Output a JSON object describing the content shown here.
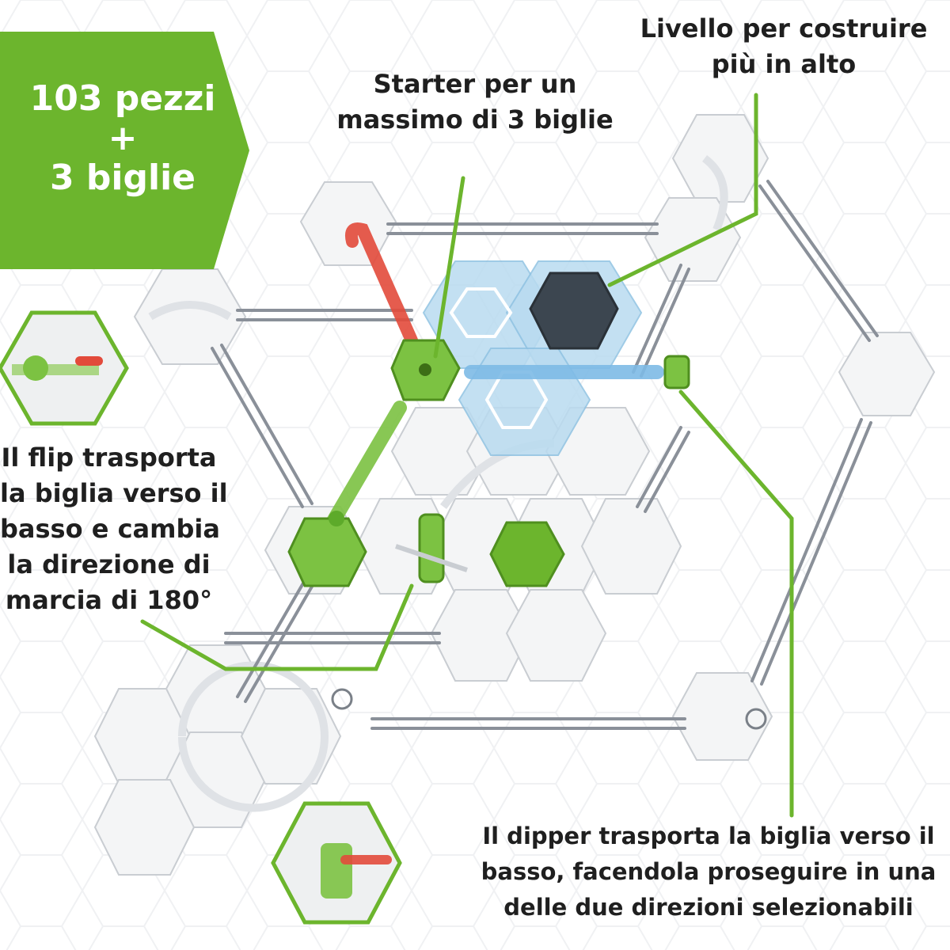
{
  "badge": {
    "line1": "103 pezzi",
    "line2": "+",
    "line3": "3 biglie",
    "color": "#6cb52d"
  },
  "callouts": {
    "starter": [
      "Starter per un",
      "massimo di 3 biglie"
    ],
    "level": [
      "Livello per costruire",
      "più in alto"
    ],
    "flip": [
      "Il flip trasporta",
      "la biglia verso il",
      "basso e cambia",
      "la direzione di",
      "marcia di 180°"
    ],
    "dipper": [
      "Il dipper trasporta la biglia verso il",
      "basso, facendola proseguire in una",
      "delle due direzioni selezionabili"
    ]
  },
  "colors": {
    "accent_green": "#6cb52d",
    "leader_line": "#6cb52d",
    "track_white": "#f4f5f6",
    "track_edge": "#c9cdd2",
    "rail": "#8a9099",
    "transparent_blue": "#b9dbf0",
    "red_tube": "#e24a3b",
    "blue_tube": "#7ebbe6",
    "green_part": "#7cc242"
  }
}
